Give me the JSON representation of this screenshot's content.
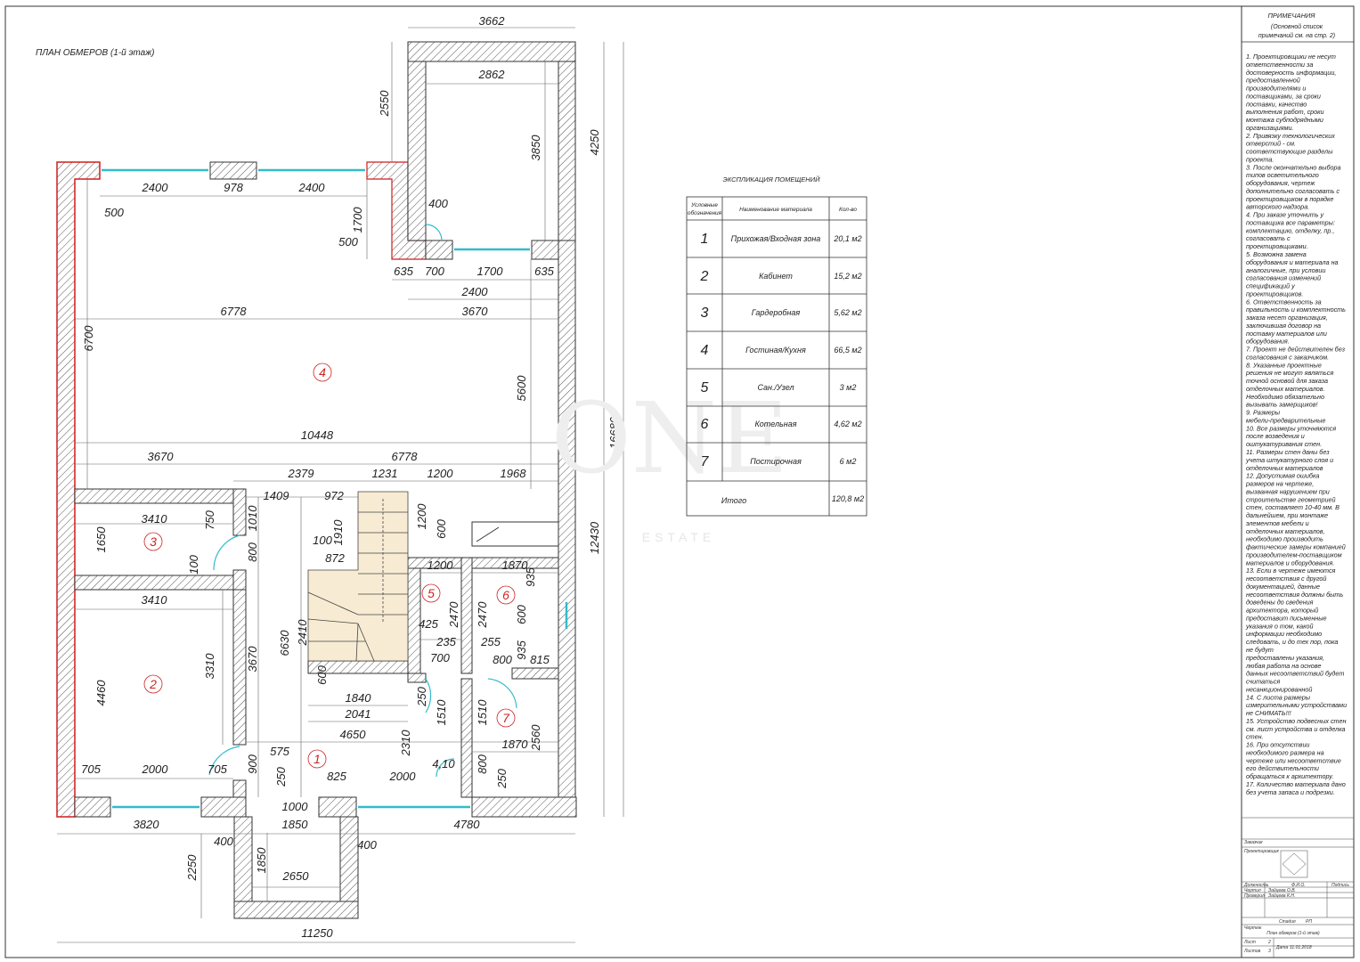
{
  "plan_title": "ПЛАН ОБМЕРОВ (1-й этаж)",
  "notes": {
    "title": "ПРИМЕЧАНИЯ",
    "sub1": "(Основной список",
    "sub2": "примечаний см. на стр. 2)",
    "lines": [
      "1. Проектировщики не несут",
      "ответственности за",
      "достоверность информации,",
      "предоставленной",
      "производителями и",
      "поставщиками, за сроки",
      "поставки, качество",
      "выполнения работ, сроки",
      "монтажа субподрядными",
      "организациями.",
      "2. Привязку технологических",
      "отверстий - см.",
      "соответствующие разделы",
      "проекта.",
      "3. После окончательно выбора",
      "типов осветительного",
      "оборудования, чертеж",
      "дополнительно согласовать с",
      "проектировщиком в порядке",
      "авторского надзора.",
      "4. При заказе уточнить у",
      "поставщика все параметры:",
      "комплектацию, отделку, пр.,",
      "согласовать с",
      "проектировщиками.",
      "5. Возможна замена",
      "оборудования и материала на",
      "аналогичные, при условии",
      "согласования изменений",
      "спецификаций у",
      "проектировщиков.",
      "6. Ответственность за",
      "правильность и комплектность",
      "заказа несет организация,",
      "заключившая договор на",
      "поставку материалов или",
      "оборудования.",
      "7. Проект не действителен без",
      "согласования с заказчиком.",
      "8. Указанные проектные",
      "решения не могут являться",
      "точной основой для заказа",
      "отделочных материалов.",
      "Необходимо обязательно",
      "вызывать замерщиков!",
      "9. Размеры",
      "мебели-предварительные",
      "10. Все размеры уточняются",
      "после возведения и",
      "оштукатуривания стен.",
      "11. Размеры стен даны без",
      "учета штукатурного слоя и",
      "отделочных материалов",
      "12. Допустимая ошибка",
      "размеров на чертеже,",
      "вызванная нарушением при",
      "строительстве геометрией",
      "стен, составляет 10-40 мм. В",
      "дальнейшем, при монтаже",
      "элементов мебели и",
      "отделочных материалов,",
      "необходимо производить",
      "фактические замеры компанией",
      "производителем-поставщиком",
      "материалов и оборудования.",
      "13. Если в чертеже имеются",
      "несоответствия с другой",
      "документацией, данные",
      "несоответствия должны быть",
      "доведены до сведения",
      "архитектора, который",
      "предоставит письменные",
      "указания о том, какой",
      "информации необходимо",
      "следовать, и до тех пор, пока",
      "не будут",
      "предоставлены указания,",
      "любая работа на основе",
      "данных несоответствий будет",
      "считаться",
      "несанкционированной",
      "14. С листа размеры",
      "измерительными устройствами",
      "не СНИМАТЬ!!!",
      "15. Устройство подвесных стен",
      "см. лист устройства и отделка",
      "стен.",
      "16. При отсутствии",
      "необходимого размера на",
      "чертеже или несоответствие",
      "его действительности",
      "обращаться к архитектору.",
      "17. Количество материала дано",
      "без учета запаса и подрезки."
    ]
  },
  "table": {
    "title": "ЭКСПЛИКАЦИЯ ПОМЕЩЕНИЙ",
    "col1_l1": "Условные",
    "col1_l2": "обозначения",
    "col2": "Наименование материала",
    "col3": "Кол-во",
    "rows": [
      {
        "num": "1",
        "name": "Прихожая/Входная зона",
        "qty": "20,1 м2"
      },
      {
        "num": "2",
        "name": "Кабинет",
        "qty": "15,2 м2"
      },
      {
        "num": "3",
        "name": "Гардеробная",
        "qty": "5,62 м2"
      },
      {
        "num": "4",
        "name": "Гостиная/Кухня",
        "qty": "66,5 м2"
      },
      {
        "num": "5",
        "name": "Сан./Узел",
        "qty": "3 м2"
      },
      {
        "num": "6",
        "name": "Котельная",
        "qty": "4,62 м2"
      },
      {
        "num": "7",
        "name": "Постирочная",
        "qty": "6 м2"
      }
    ],
    "total_label": "Итого",
    "total_value": "120,8 м2"
  },
  "rooms": [
    "1",
    "2",
    "3",
    "4",
    "5",
    "6",
    "7"
  ],
  "dims": {
    "d3662": "3662",
    "d2862": "2862",
    "d2550": "2550",
    "d3850": "3850",
    "d4250": "4250",
    "d16680": "16680",
    "d12430": "12430",
    "d2400a": "2400",
    "d978": "978",
    "d2400b": "2400",
    "d500a": "500",
    "d500b": "500",
    "d1700v": "1700",
    "d400a": "400",
    "d635a": "635",
    "d700a": "700",
    "d1700h": "1700",
    "d635b": "635",
    "d2400c": "2400",
    "d6778a": "6778",
    "d3670a": "3670",
    "d6700": "6700",
    "d5600": "5600",
    "d10448": "10448",
    "d3670b": "3670",
    "d6778b": "6778",
    "d2379": "2379",
    "d1231": "1231",
    "d1200a": "1200",
    "d1968": "1968",
    "d1409": "1409",
    "d972": "972",
    "d1010": "1010",
    "d750": "750",
    "d3410a": "3410",
    "d1650": "1650",
    "d800a": "800",
    "d100a": "100",
    "d1910": "1910",
    "d100b": "100",
    "d872": "872",
    "d1200b": "1200",
    "d600a": "600",
    "d1200c": "1200",
    "d1870a": "1870",
    "d935a": "935",
    "d600b": "600",
    "d3410b": "3410",
    "d3310": "3310",
    "d3670c": "3670",
    "d6630": "6630",
    "d2410": "2410",
    "d425": "425",
    "d2470a": "2470",
    "d2470b": "2470",
    "d235": "235",
    "d255": "255",
    "d700b": "700",
    "d800b": "800",
    "d935b": "935",
    "d815": "815",
    "d4460": "4460",
    "d600c": "600",
    "d1840": "1840",
    "d2041": "2041",
    "d250a": "250",
    "d1510a": "1510",
    "d1510b": "1510",
    "d2560": "2560",
    "d4650": "4650",
    "d2310": "2310",
    "d1870b": "1870",
    "d575": "575",
    "d900": "900",
    "d705a": "705",
    "d2000a": "2000",
    "d705b": "705",
    "d250b": "250",
    "d825": "825",
    "d2000b": "2000",
    "d410": "4,10",
    "d800c": "800",
    "d250c": "250",
    "d1000": "1000",
    "d3820": "3820",
    "d1850a": "1850",
    "d4780": "4780",
    "d400b": "400",
    "d400c": "400",
    "d2250": "2250",
    "d1850b": "1850",
    "d2650": "2650",
    "d11250": "11250"
  },
  "title_block": {
    "customer": "Заказчик",
    "designer": "Проектировщик",
    "h1": "Должность",
    "h2": "Ф.И.О.",
    "h3": "Подпись",
    "r1a": "Чертил",
    "r1b": "Зайцева О.В.",
    "r2a": "Проверил",
    "r2b": "Зайцева К.Н.",
    "stage": "Стадия",
    "stage_val": "РП",
    "drawing": "Чертеж",
    "drawing_name": "План обмеров (1-й этаж)",
    "sheet": "Лист",
    "sheet_val": "2",
    "sheets": "Листов",
    "sheets_val": "3",
    "date": "Дата",
    "date_val": "11.01.2018"
  },
  "watermark": {
    "main": "ONE",
    "sub": "ESTATE"
  },
  "colors": {
    "line": "#333333",
    "wall_hatch": "#555555",
    "red_wall": "#d01b1b",
    "window": "#33bbcc",
    "stair_fill": "#f7ecd3",
    "room_label": "#cc2222"
  }
}
